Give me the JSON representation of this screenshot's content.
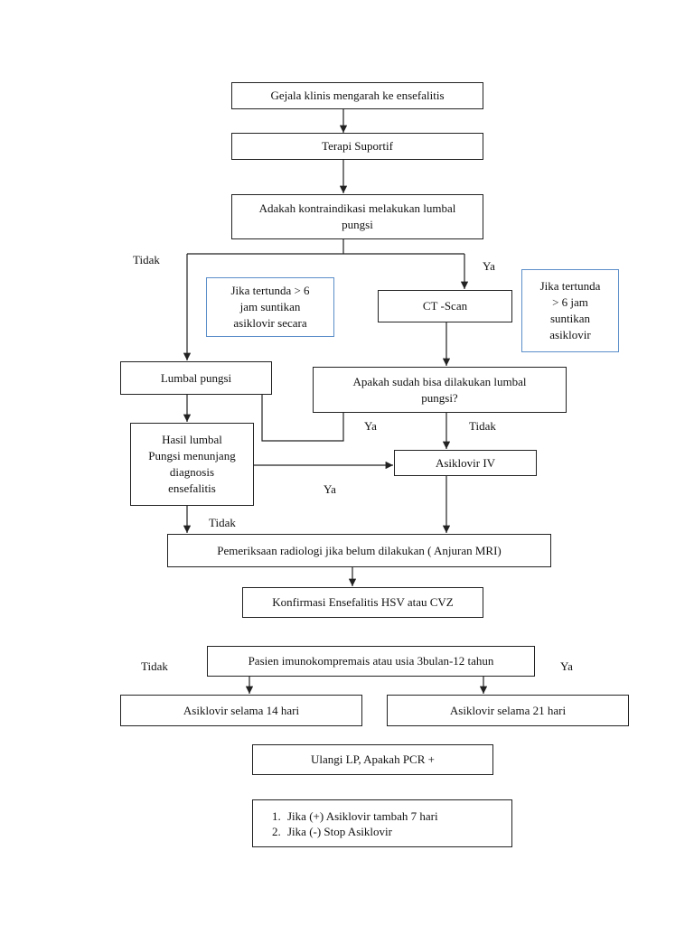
{
  "nodes": {
    "gejala": "Gejala klinis mengarah ke ensefalitis",
    "terapi": "Terapi Suportif",
    "kontra": [
      "Adakah kontraindikasi melakukan lumbal",
      "pungsi"
    ],
    "ct_scan": "CT -Scan",
    "lumbal_pungsi": "Lumbal pungsi",
    "apakah_lp": [
      "Apakah sudah bisa dilakukan lumbal",
      "pungsi?"
    ],
    "hasil_lp": [
      "Hasil lumbal",
      "Pungsi menunjang",
      "diagnosis",
      "ensefalitis"
    ],
    "asiklovir_iv": "Asiklovir IV",
    "radiologi": "Pemeriksaan radiologi jika belum dilakukan ( Anjuran MRI)",
    "konfirmasi": "Konfirmasi Ensefalitis HSV atau CVZ",
    "pasien": "Pasien imunokompremais atau usia  3bulan-12 tahun",
    "asik14": "Asiklovir selama 14 hari",
    "asik21": "Asiklovir selama 21 hari",
    "ulangi": "Ulangi LP, Apakah PCR +",
    "final_steps": [
      "Jika (+) Asiklovir tambah 7 hari",
      "Jika (-) Stop Asiklovir"
    ]
  },
  "notes": {
    "left": [
      "Jika tertunda > 6",
      "jam suntikan",
      "asiklovir secara"
    ],
    "right": [
      "Jika tertunda",
      "> 6 jam",
      "suntikan",
      "asiklovir"
    ]
  },
  "labels": {
    "kontra_no": "Tidak",
    "kontra_yes": "Ya",
    "apakah_yes": "Ya",
    "apakah_no": "Tidak",
    "hasil_yes": "Ya",
    "hasil_no": "Tidak",
    "pasien_no": "Tidak",
    "pasien_yes": "Ya"
  },
  "colors": {
    "line": "#222222",
    "note_border": "#5b8ec9"
  }
}
